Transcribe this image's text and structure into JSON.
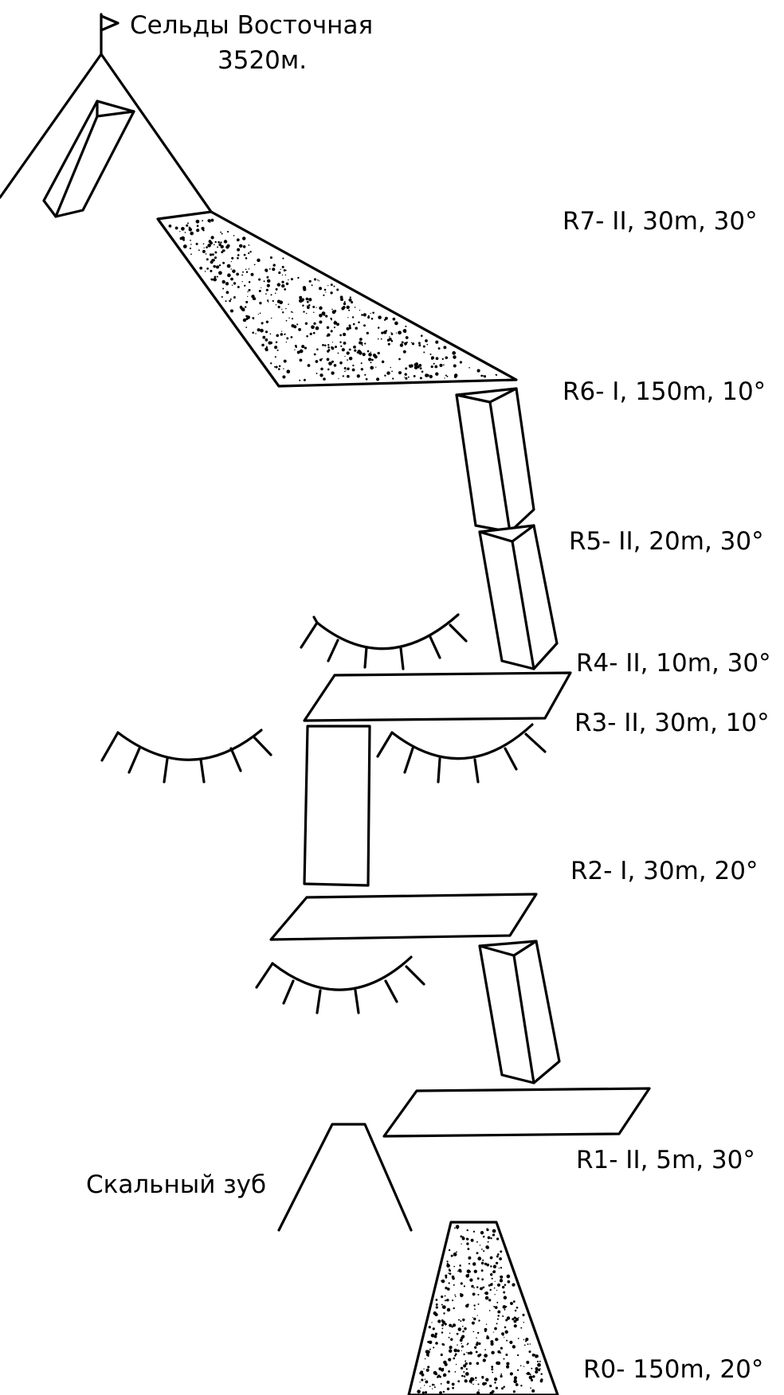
{
  "summit": {
    "name": "Сельды Восточная",
    "height": "3520м."
  },
  "pitches": [
    {
      "id": "R7",
      "label": "R7- II, 30m, 30°"
    },
    {
      "id": "R6",
      "label": "R6- I, 150m, 10°"
    },
    {
      "id": "R5",
      "label": "R5- II, 20m, 30°"
    },
    {
      "id": "R4",
      "label": "R4- II, 10m, 30°"
    },
    {
      "id": "R3",
      "label": "R3- II, 30m, 10°"
    },
    {
      "id": "R2",
      "label": "R2- I, 30m, 20°"
    },
    {
      "id": "R1",
      "label": "R1- II, 5m, 30°"
    },
    {
      "id": "R0",
      "label": "R0- 150m, 20°"
    }
  ],
  "landmarks": {
    "rock_tooth": "Скальный зуб"
  },
  "icons": [
    "summit-flag-icon",
    "rock-slab-icon",
    "dihedral-icon",
    "scree-field-icon",
    "cornice-icon",
    "rock-tooth-icon"
  ]
}
